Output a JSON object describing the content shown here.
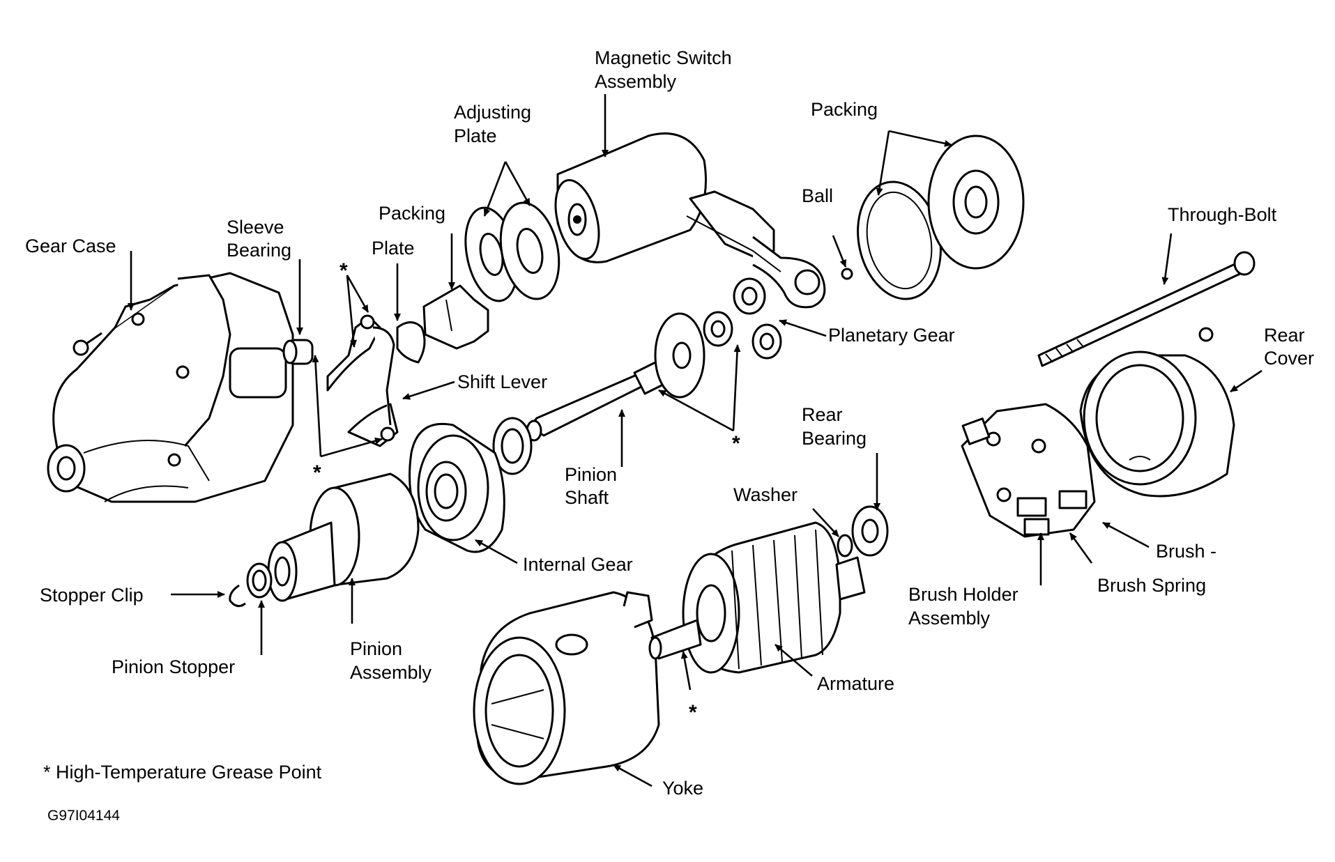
{
  "labels": {
    "gear_case": "Gear Case",
    "sleeve_bearing_1": "Sleeve",
    "sleeve_bearing_2": "Bearing",
    "packing_plate_1": "Packing",
    "packing_plate_2": "Plate",
    "adjusting_plate_1": "Adjusting",
    "adjusting_plate_2": "Plate",
    "magnetic_switch_1": "Magnetic Switch",
    "magnetic_switch_2": "Assembly",
    "packing": "Packing",
    "ball": "Ball",
    "through_bolt": "Through-Bolt",
    "planetary_gear": "Planetary Gear",
    "rear_cover_1": "Rear",
    "rear_cover_2": "Cover",
    "shift_lever": "Shift Lever",
    "pinion_shaft_1": "Pinion",
    "pinion_shaft_2": "Shaft",
    "rear_bearing_1": "Rear",
    "rear_bearing_2": "Bearing",
    "washer": "Washer",
    "internal_gear": "Internal Gear",
    "brush": "Brush -",
    "brush_spring": "Brush Spring",
    "brush_holder_1": "Brush Holder",
    "brush_holder_2": "Assembly",
    "stopper_clip": "Stopper Clip",
    "pinion_stopper": "Pinion Stopper",
    "pinion_assembly_1": "Pinion",
    "pinion_assembly_2": "Assembly",
    "armature": "Armature",
    "yoke": "Yoke"
  },
  "grease_marker": "*",
  "legend": "* High-Temperature Grease Point",
  "figure_code": "G97I04144"
}
